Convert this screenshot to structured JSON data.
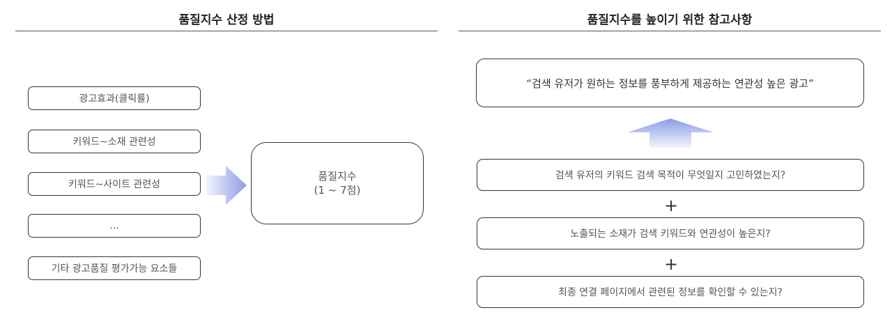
{
  "left": {
    "title": "품질지수 산정 방법",
    "factors": [
      "광고효과(클릭률)",
      "키워드~소재 관련성",
      "키워드~사이트 관련성",
      "...",
      "기타 광고품질 평가가능 요소들"
    ],
    "result": {
      "label": "품질지수",
      "range": "(1 ~ 7점)"
    }
  },
  "right": {
    "title": "품질지수를 높이기 위한 참고사항",
    "goal": "“검색 유저가 원하는 정보를 풍부하게 제공하는 연관성 높은 광고”",
    "checks": [
      "검색 유저의 키워드 검색 목적이 무엇일지 고민하였는지?",
      "노출되는 소재가 검색 키워드와 연관성이 높은지?",
      "최종 연결 페이지에서 관련된 정보를 확인할 수 있는지?"
    ],
    "plus_sign": "+"
  },
  "colors": {
    "arrow_start": "#f2f4fc",
    "arrow_end": "#8c9ce6",
    "border": "#333333"
  }
}
